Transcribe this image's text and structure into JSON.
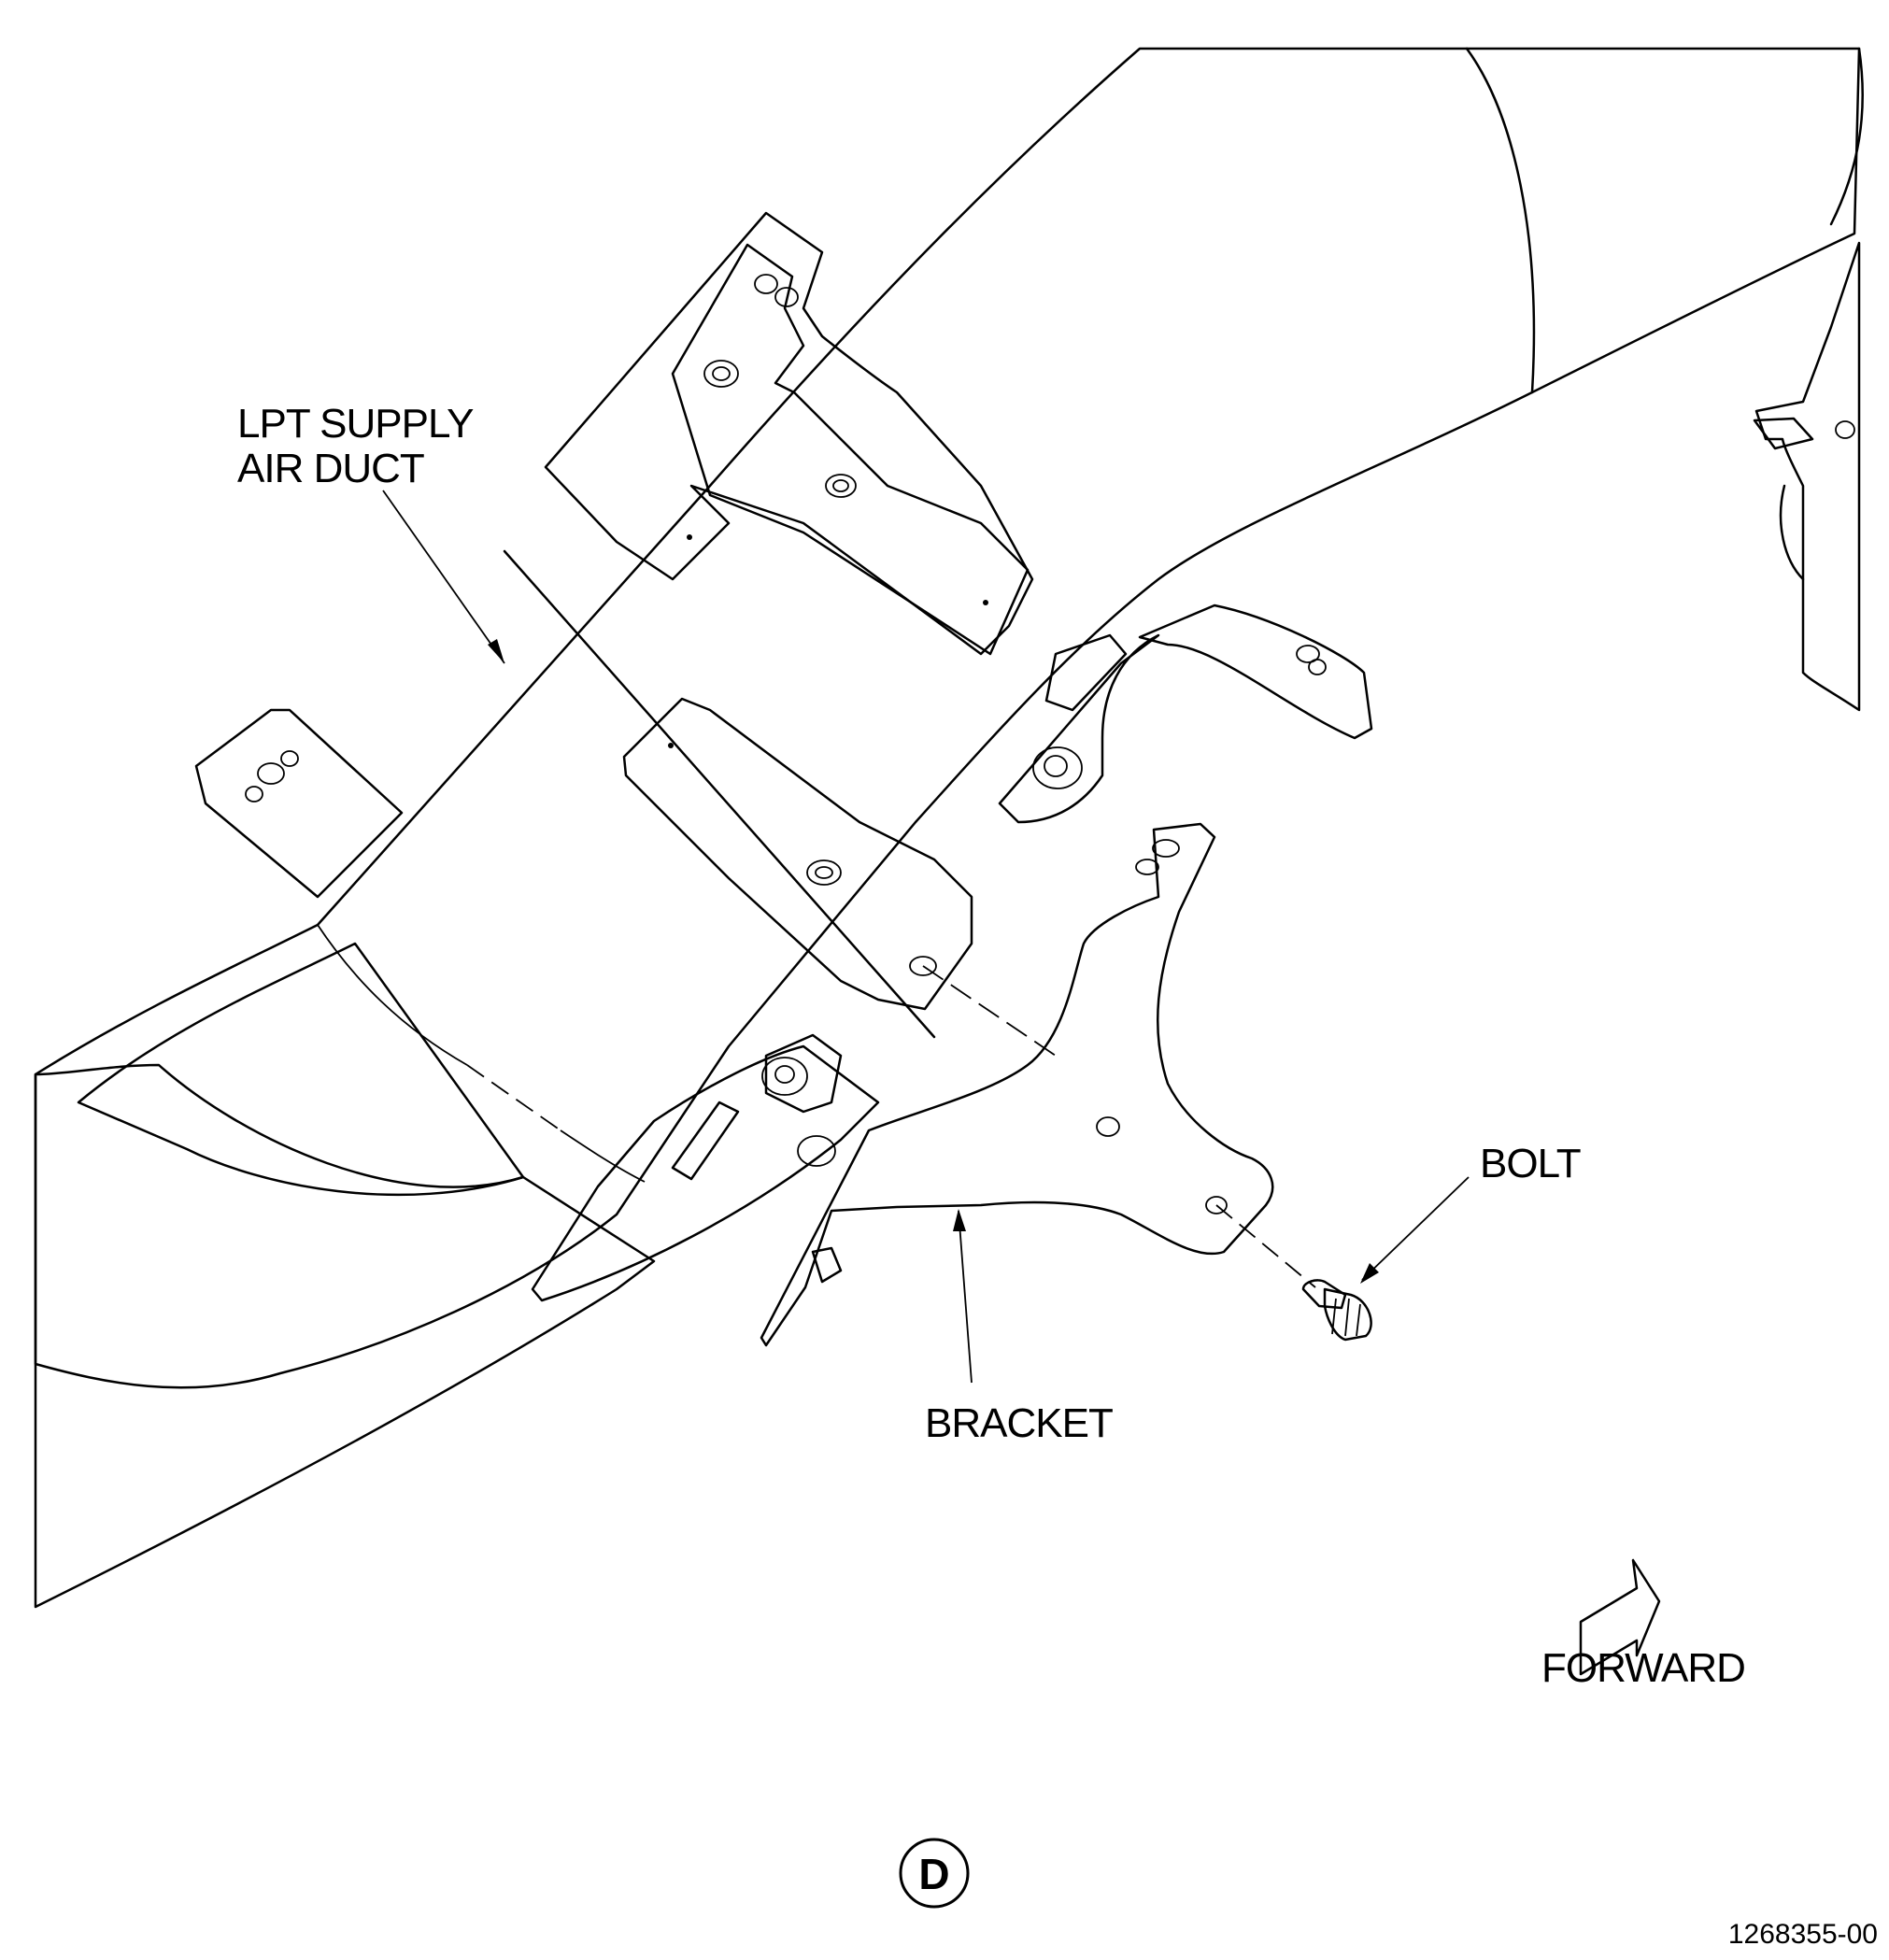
{
  "labels": {
    "duct": [
      "LPT SUPPLY",
      "AIR DUCT"
    ],
    "bracket": "BRACKET",
    "bolt": "BOLT",
    "forward": "FORWARD",
    "view": "D",
    "figure_number": "1268355-00"
  },
  "colors": {
    "duct_fill": "#ffffcc",
    "bracket_fill": "#ccffff",
    "line": "#000000",
    "background": "#ffffff"
  }
}
